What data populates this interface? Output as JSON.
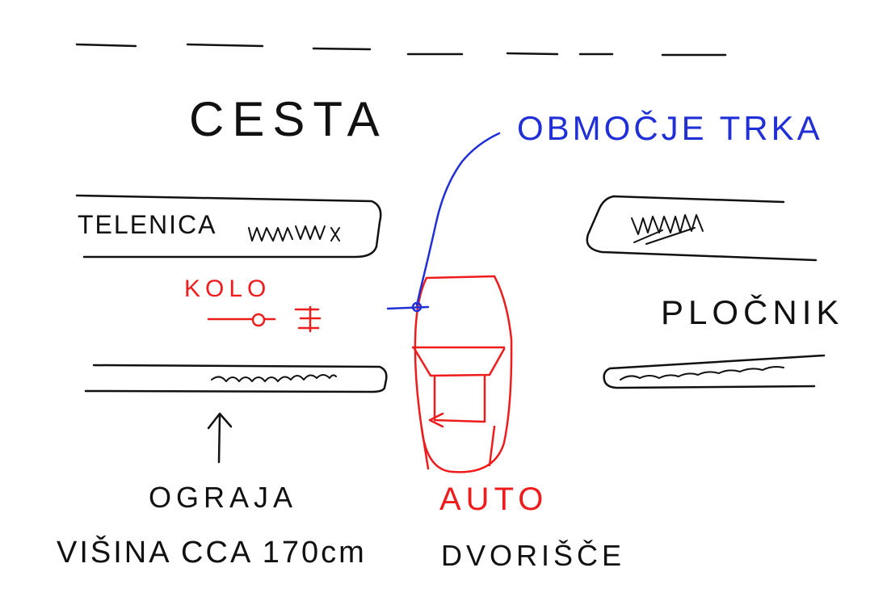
{
  "colors": {
    "ink": "#111111",
    "car": "#ee1c1c",
    "impact": "#2130d6",
    "background": "#ffffff"
  },
  "labels": {
    "road": "CESTA",
    "impact_area": "OBMOČJE TRKA",
    "grass_left": "TELENICA",
    "sidewalk": "PLOČNIK",
    "bike": "KOLO",
    "fence": "OGRAJA",
    "fence_height": "VIŠINA CCA 170cm",
    "car": "AUTO",
    "yard": "DVORIŠČE"
  }
}
